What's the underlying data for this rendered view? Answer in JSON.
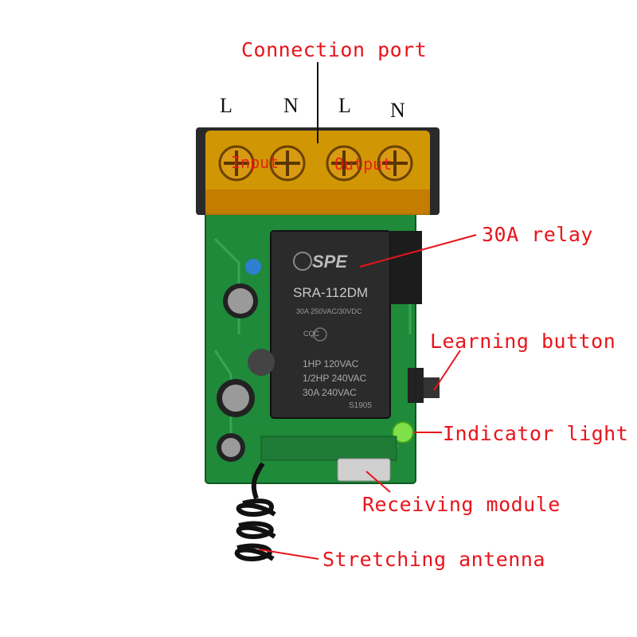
{
  "callouts": {
    "connection_port": "Connection port",
    "relay": "30A relay",
    "learning_button": "Learning button",
    "indicator_light": "Indicator light",
    "receiving_module": "Receiving module",
    "antenna": "Stretching antenna"
  },
  "terminals": {
    "t1": "L",
    "t2": "N",
    "t3": "L",
    "t4": "N",
    "input": "Input",
    "output": "Output"
  },
  "relay_marking": {
    "brand": "SPE",
    "model": "SRA-112DM",
    "rating": "30A 250VAC/30VDC",
    "cert": "CQC",
    "line1": "1HP 120VAC",
    "line2": "1/2HP 240VAC",
    "line3": "30A 240VAC",
    "code": "S1905"
  },
  "colors": {
    "callout": "#e8141b",
    "pcb": "#1e8a3a",
    "terminal_block": "#e0a000",
    "relay": "#2b2b2b",
    "led": "#7fe04a"
  }
}
